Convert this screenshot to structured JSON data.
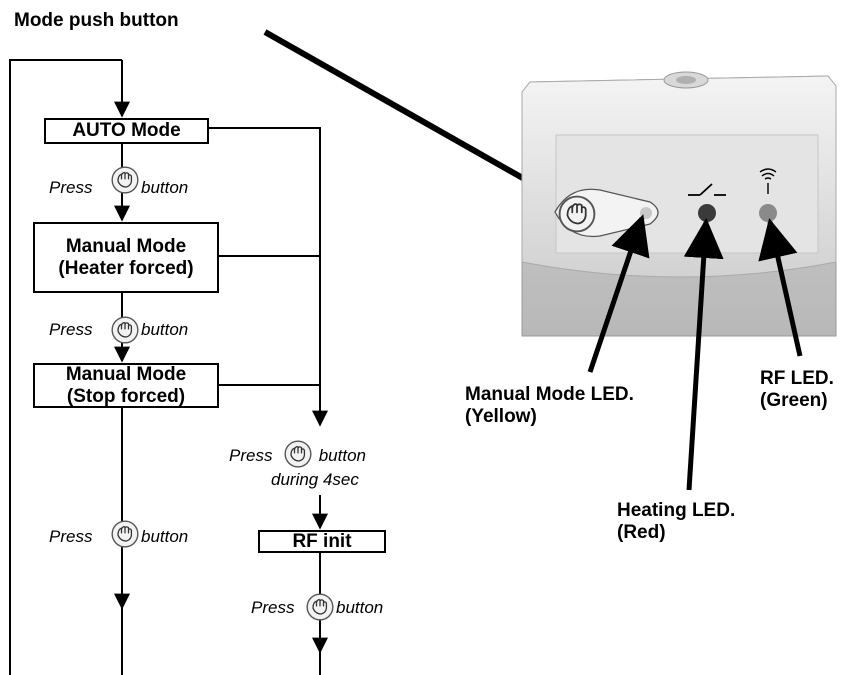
{
  "title": "Mode push button",
  "flow": {
    "auto_mode": "AUTO Mode",
    "manual_heater_line1": "Manual Mode",
    "manual_heater_line2": "(Heater forced)",
    "manual_stop_line1": "Manual Mode",
    "manual_stop_line2": "(Stop forced)",
    "rf_init": "RF init",
    "press": "Press",
    "button": "button",
    "button_space": " button",
    "during_4sec": "during 4sec"
  },
  "device": {
    "manual_led_line1": "Manual Mode LED.",
    "manual_led_line2": "(Yellow)",
    "heating_led_line1": "Heating LED.",
    "heating_led_line2": "(Red)",
    "rf_led_line1": "RF LED.",
    "rf_led_line2": "(Green)"
  },
  "colors": {
    "led_yellow_off": "#c8c8c8",
    "led_red": "#3a3a3a",
    "led_green": "#8a8a8a"
  },
  "icons": [
    "hand-press-icon",
    "relay-switch-icon",
    "rf-antenna-icon"
  ]
}
